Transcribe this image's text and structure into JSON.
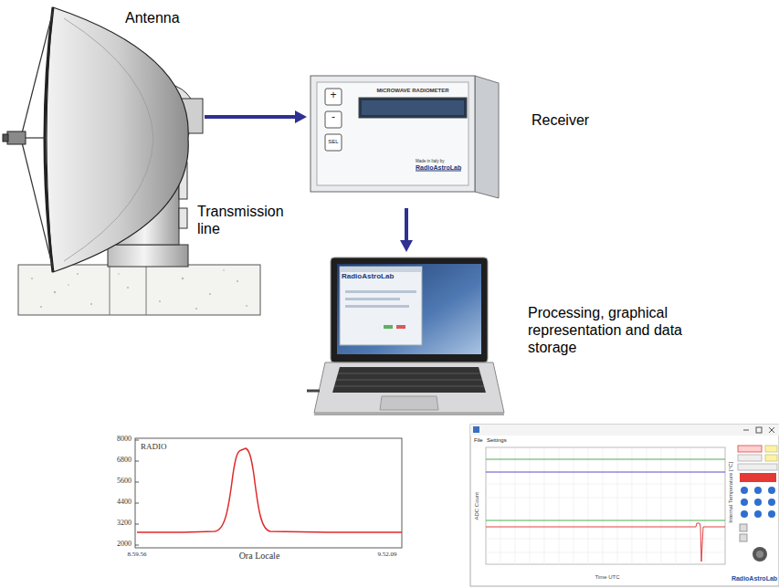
{
  "diagram": {
    "nodes": [
      {
        "text": [
          "Antenna"
        ]
      },
      {
        "text": [
          "Receiver"
        ]
      },
      {
        "text": [
          "Processing, graphical representation and data storage"
        ]
      }
    ],
    "edges": [
      {
        "from": 0,
        "to": 1,
        "arrow": "to",
        "label": "Transmission line"
      },
      {
        "from": 1,
        "to": 2,
        "arrow": "to"
      }
    ],
    "labels": [
      "+",
      "-",
      "SEL",
      "MICROWAVE RADIOMETER",
      "Made in Italy by",
      "RadioAstroLab",
      "RadioAstroLab",
      "RADIO",
      "8000",
      "6800",
      "5600",
      "4400",
      "3200",
      "2000",
      "8.59.56",
      "Ora Locale",
      "9.52.09",
      "File",
      "Settings",
      "ADC Count",
      "Time UTC",
      "Internal Temperature [°C]",
      "RadioAstroLab"
    ]
  }
}
